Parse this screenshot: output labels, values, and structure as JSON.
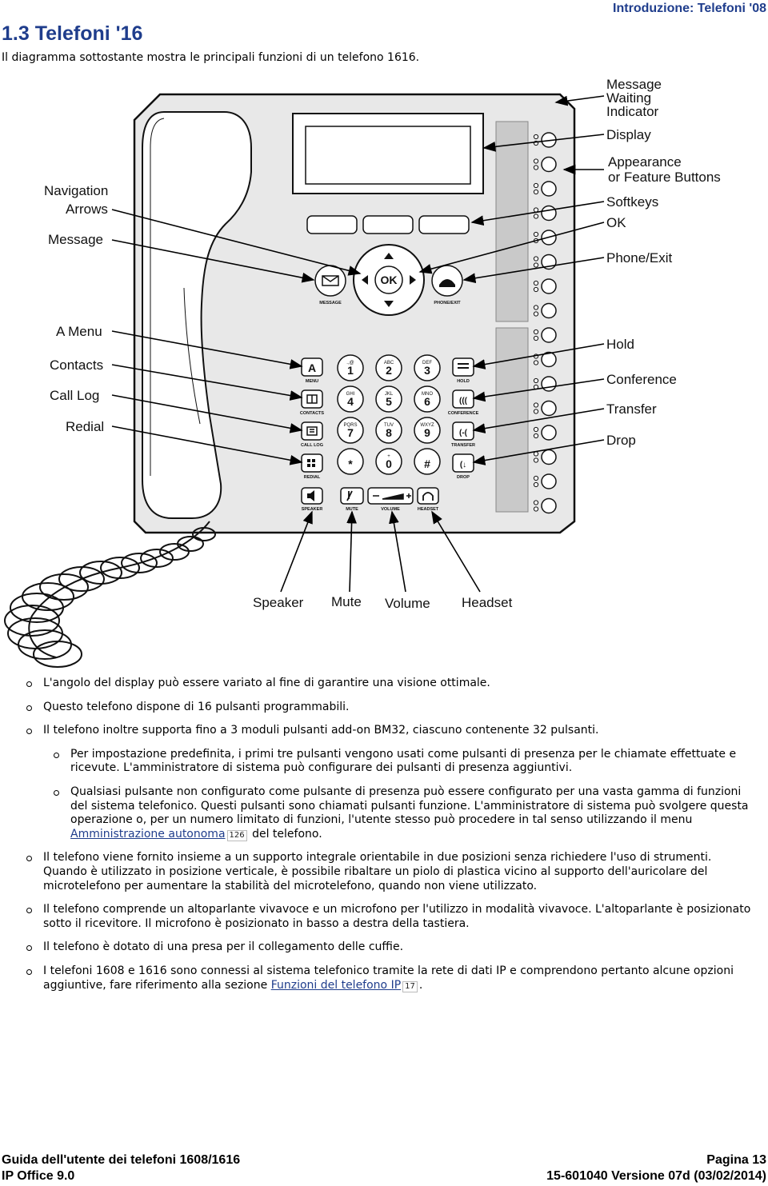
{
  "header": {
    "section_title": "1.3 Telefoni '16",
    "chapter": "Introduzione: Telefoni '08",
    "intro": "Il diagramma sottostante mostra le principali funzioni di un telefono 1616."
  },
  "diagram": {
    "labels": {
      "msg_waiting_1": "Message",
      "msg_waiting_2": "Waiting",
      "msg_waiting_3": "Indicator",
      "display": "Display",
      "appearance_1": "Appearance",
      "appearance_2": "or Feature Buttons",
      "softkeys": "Softkeys",
      "ok": "OK",
      "phone_exit": "Phone/Exit",
      "navigation_1": "Navigation",
      "navigation_2": "Arrows",
      "message": "Message",
      "a_menu": "A Menu",
      "contacts": "Contacts",
      "call_log": "Call  Log",
      "redial": "Redial",
      "hold": "Hold",
      "conference": "Conference",
      "transfer": "Transfer",
      "drop": "Drop",
      "speaker": "Speaker",
      "mute": "Mute",
      "volume": "Volume",
      "headset": "Headset"
    },
    "button_text": {
      "ok": "OK",
      "message": "MESSAGE",
      "phone_exit": "PHONE/EXIT",
      "menu": "MENU",
      "contacts": "CONTACTS",
      "call_log": "CALL LOG",
      "redial": "REDIAL",
      "hold": "HOLD",
      "conference": "CONFERENCE",
      "transfer": "TRANSFER",
      "drop": "DROP",
      "speaker": "SPEAKER",
      "mute": "MUTE",
      "volume": "VOLUME",
      "headset": "HEADSET"
    },
    "keypad": [
      {
        "digit": "1",
        "letters": ".,@"
      },
      {
        "digit": "2",
        "letters": "ABC"
      },
      {
        "digit": "3",
        "letters": "DEF"
      },
      {
        "digit": "4",
        "letters": "GHI"
      },
      {
        "digit": "5",
        "letters": "JKL"
      },
      {
        "digit": "6",
        "letters": "MNO"
      },
      {
        "digit": "7",
        "letters": "PQRS"
      },
      {
        "digit": "8",
        "letters": "TUV"
      },
      {
        "digit": "9",
        "letters": "WXYZ"
      },
      {
        "digit": "*",
        "letters": ""
      },
      {
        "digit": "0",
        "letters": "+"
      },
      {
        "digit": "#",
        "letters": ""
      }
    ]
  },
  "bullets": {
    "b1": "L'angolo del display può essere variato al fine di garantire una visione ottimale.",
    "b2": "Questo telefono dispone di 16 pulsanti programmabili.",
    "b3": "Il telefono inoltre supporta fino a 3 moduli pulsanti add-on BM32, ciascuno contenente 32 pulsanti.",
    "s1": "Per impostazione predefinita, i primi tre pulsanti vengono usati come pulsanti di presenza per le chiamate effettuate e ricevute. L'amministratore di sistema può configurare dei pulsanti di presenza aggiuntivi.",
    "s2_text": "Qualsiasi pulsante non configurato come pulsante di presenza può essere configurato per una vasta gamma di funzioni del sistema telefonico. Questi pulsanti sono chiamati pulsanti funzione. L'amministratore di sistema può svolgere questa operazione o, per un numero limitato di funzioni, l'utente stesso può procedere in tal senso utilizzando il menu",
    "s2_link": "Amministrazione autonoma",
    "s2_page": "126",
    "s2_end": "del telefono.",
    "b4": "Il telefono viene fornito insieme a un supporto integrale orientabile in due posizioni senza richiedere l'uso di strumenti. Quando è utilizzato in posizione verticale, è possibile ribaltare un piolo di plastica vicino al supporto dell'auricolare del microtelefono per aumentare la stabilità del microtelefono, quando non viene utilizzato.",
    "b5": "Il telefono comprende un altoparlante vivavoce e un microfono per l'utilizzo in modalità vivavoce. L'altoparlante è posizionato sotto il ricevitore. Il microfono è posizionato in basso a destra della tastiera.",
    "b6": "Il telefono è dotato di una presa per il collegamento delle cuffie.",
    "b7_text": "I telefoni 1608 e 1616 sono connessi al sistema telefonico tramite la rete di dati IP e comprendono pertanto alcune opzioni aggiuntive, fare riferimento alla sezione",
    "b7_link": "Funzioni del telefono IP",
    "b7_page": "17",
    "b7_end": "."
  },
  "footer": {
    "left1": "Guida dell'utente dei telefoni 1608/1616",
    "right1": "Pagina 13",
    "left2": "IP Office 9.0",
    "right2": "15-601040 Versione 07d (03/02/2014)"
  }
}
